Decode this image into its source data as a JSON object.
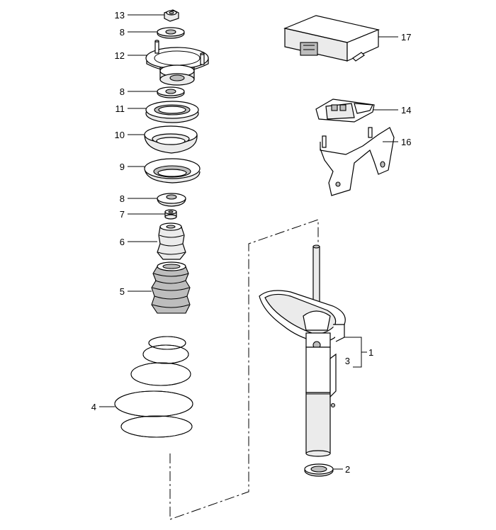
{
  "callouts": {
    "c1": "1",
    "c2": "2",
    "c3": "3",
    "c4": "4",
    "c5": "5",
    "c6": "6",
    "c7": "7",
    "c8a": "8",
    "c8b": "8",
    "c8c": "8",
    "c9": "9",
    "c10": "10",
    "c11": "11",
    "c12": "12",
    "c13": "13",
    "c14": "14",
    "c16": "16",
    "c17": "17"
  },
  "parts": [
    "shock-absorber",
    "seal-ring",
    "strut-bracket",
    "coil-spring",
    "protective-bellows",
    "bump-stop",
    "spacer",
    "washer",
    "lower-spring-seat",
    "upper-spring-seat",
    "support-bearing",
    "strut-mount",
    "hex-nut",
    "sensor-unit",
    "mounting-bracket",
    "control-unit"
  ]
}
